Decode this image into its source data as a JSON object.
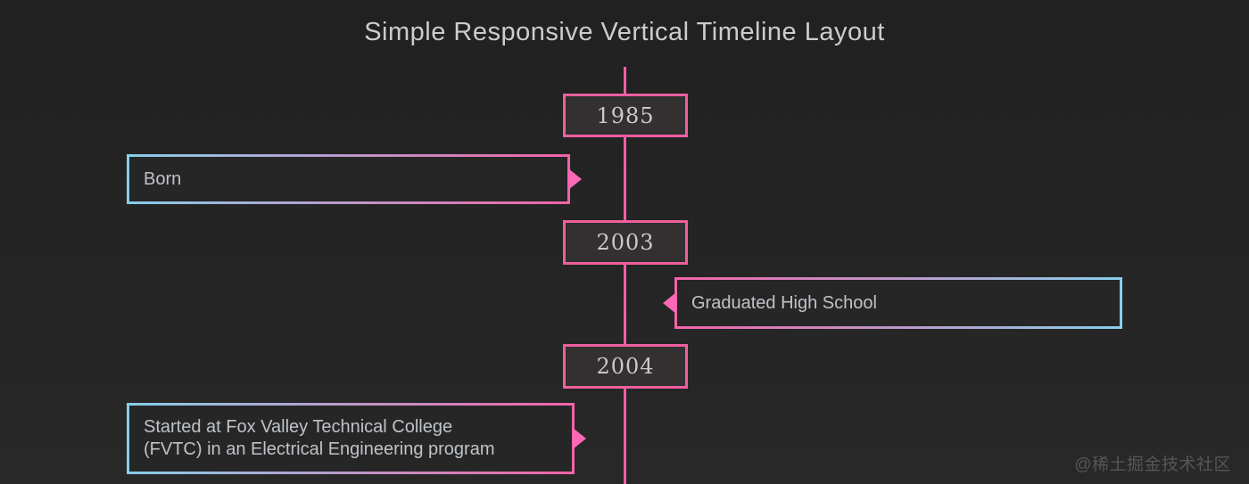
{
  "page": {
    "title": "Simple Responsive Vertical Timeline Layout",
    "watermark": "@稀土掘金技术社区"
  },
  "colors": {
    "background_top": "#212121",
    "background_bottom": "#282828",
    "timeline_pink": "#f35fa4",
    "badge_border_pink": "#ee5f9f",
    "arrow_pink": "#fb69b6",
    "gradient_blue": "#87ceeb",
    "gradient_pink": "#f263a8",
    "title_text": "#cccccc",
    "year_text": "#cbc9c7",
    "event_text": "#bfc3c8",
    "watermark_text": "#565656",
    "badge_background": "#323030",
    "event_background": "#262626"
  },
  "timeline": {
    "entries": [
      {
        "type": "year",
        "text": "1985"
      },
      {
        "type": "event",
        "side": "left",
        "text": "Born"
      },
      {
        "type": "year",
        "text": "2003"
      },
      {
        "type": "event",
        "side": "right",
        "text": "Graduated High School"
      },
      {
        "type": "year",
        "text": "2004"
      },
      {
        "type": "event",
        "side": "left",
        "text": "Started at Fox Valley Technical College\n(FVTC) in an Electrical Engineering program"
      }
    ]
  }
}
